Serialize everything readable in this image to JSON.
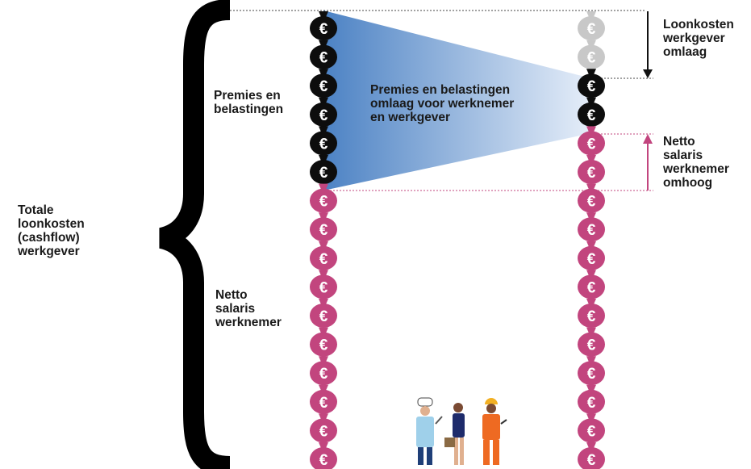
{
  "colors": {
    "tax_bag": "#0d0d0d",
    "removed_bag": "#c8c8c8",
    "net_bag": "#c2457e",
    "euro_on_dark": "#ffffff",
    "arrow_down": "#111111",
    "arrow_up": "#c2457e",
    "wedge_dark": "#4c82c4",
    "wedge_light": "#e6eef9",
    "brace": "#000000"
  },
  "euro_symbol": "€",
  "icons": [
    "money-bag-icon",
    "curly-brace-icon",
    "down-arrow-icon",
    "up-arrow-icon",
    "cook-icon",
    "office-worker-icon",
    "construction-worker-icon"
  ],
  "labels": {
    "totale": [
      "Totale",
      "loonkosten",
      "(cashflow)",
      "werkgever"
    ],
    "premies": [
      "Premies en",
      "belastingen"
    ],
    "netto_left": [
      "Netto",
      "salaris",
      "werknemer"
    ],
    "wedge_text": [
      "Premies en belastingen",
      "omlaag voor werknemer",
      "en werkgever"
    ],
    "loonkosten_omlaag": [
      "Loonkosten",
      "werkgever",
      "omlaag"
    ],
    "netto_omhoog": [
      "Netto",
      "salaris",
      "werknemer",
      "omhoog"
    ]
  },
  "stacks": {
    "before": {
      "premies_bags": 6,
      "netto_bags": 10
    },
    "after": {
      "removed_bags": 2,
      "premies_bags": 2,
      "netto_bags": 12
    }
  }
}
